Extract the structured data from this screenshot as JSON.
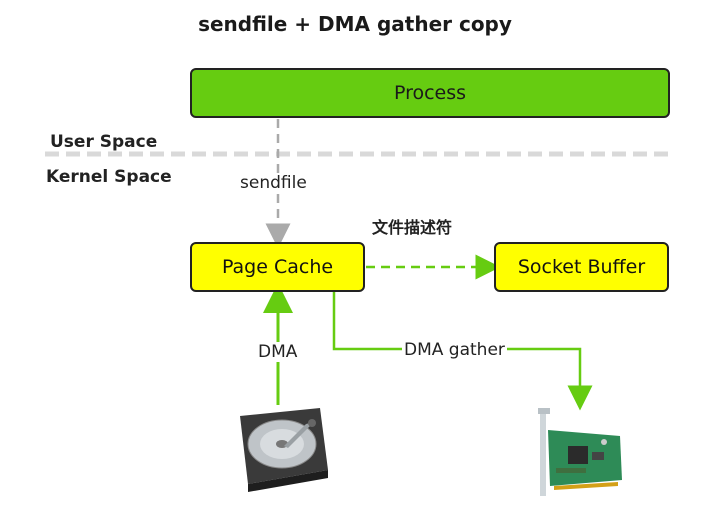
{
  "title": "sendfile + DMA gather copy",
  "boxes": {
    "process": "Process",
    "page_cache": "Page Cache",
    "socket_buffer": "Socket Buffer"
  },
  "regions": {
    "user_space": "User Space",
    "kernel_space": "Kernel Space"
  },
  "edges": {
    "sendfile": "sendfile",
    "file_descriptor": "文件描述符",
    "dma": "DMA",
    "dma_gather": "DMA gather"
  },
  "icons": {
    "disk": "hard-disk-icon",
    "nic": "network-card-icon"
  },
  "colors": {
    "process_fill": "#66cc11",
    "buffer_fill": "#ffff00",
    "green_arrow": "#66cc11",
    "gray_arrow": "#aaaaaa"
  }
}
